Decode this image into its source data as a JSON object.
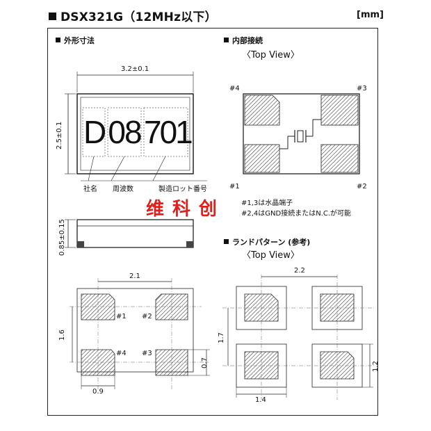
{
  "header": {
    "title": "DSX321G（12MHz以下）",
    "unit": "[mm]"
  },
  "sections": {
    "outline": "外形寸法",
    "internal": "内部接続",
    "land": "ランドパターン (参考)"
  },
  "top_view": "〈Top View〉",
  "outline": {
    "width_dim": "3.2±0.1",
    "height_dim": "2.5±0.1",
    "thickness_dim": "0.85±0.15",
    "marking": {
      "company": "D",
      "freq": "08",
      "lot": "701"
    },
    "marking_labels": {
      "company": "社名",
      "freq": "周波数",
      "lot": "製造ロット番号"
    }
  },
  "watermark": "维科创",
  "internal": {
    "pins": {
      "p1": "#1",
      "p2": "#2",
      "p3": "#3",
      "p4": "#4"
    },
    "notes": [
      "#1,3は水晶端子",
      "#2,4はGND接続またはN.C.が可能"
    ]
  },
  "footprint": {
    "pitch_h": "2.1",
    "pitch_v": "1.6",
    "pad_w": "0.9",
    "pad_h": "0.7",
    "pins": {
      "p1": "#1",
      "p2": "#2",
      "p3": "#3",
      "p4": "#4"
    }
  },
  "land": {
    "pitch_h": "2.2",
    "pitch_v": "1.7",
    "pad_w": "1.4",
    "pad_h": "1.2"
  }
}
